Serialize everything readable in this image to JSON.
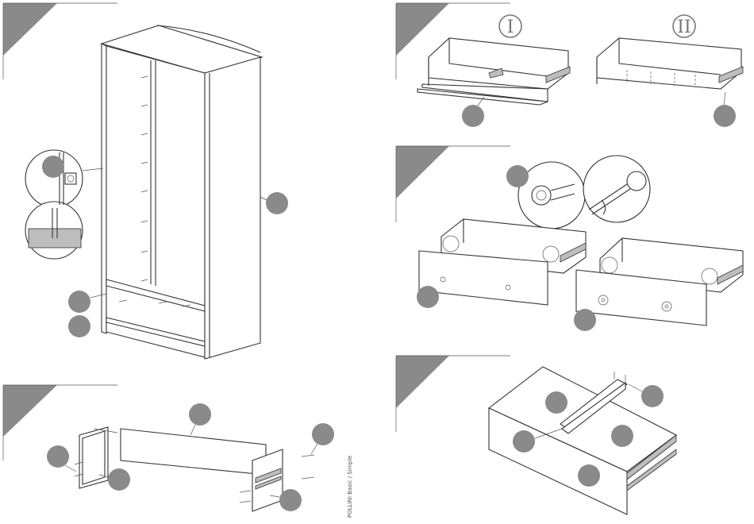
{
  "document": {
    "footer_credit": "POLLINI Basic / Simple",
    "variant_labels": [
      "I",
      "II"
    ]
  },
  "colors": {
    "callout": "#8a8a8a",
    "line": "#333333",
    "shade": "#bdbdbd",
    "background": "#ffffff"
  }
}
